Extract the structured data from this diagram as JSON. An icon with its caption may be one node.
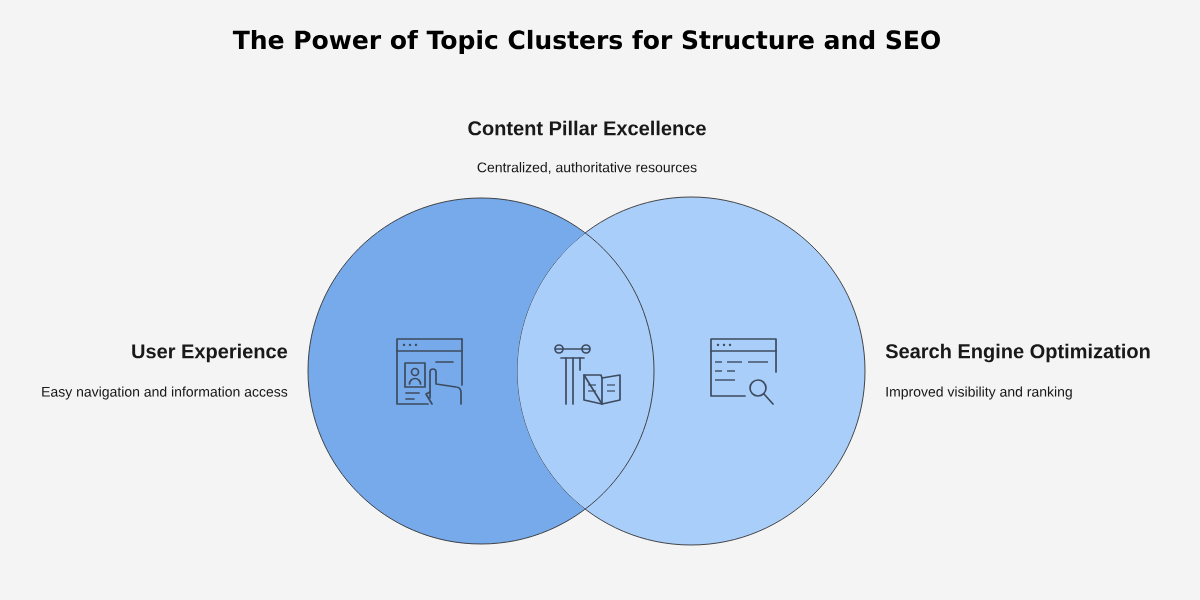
{
  "diagram": {
    "title": "The Power of Topic Clusters for Structure and SEO",
    "nodes": [
      {
        "text": [],
        "shape": "circle"
      },
      {
        "text": [],
        "shape": "circle"
      }
    ],
    "edges": [],
    "labels": [
      "Content Pillar Excellence",
      "Centralized, authoritative resources",
      "User Experience",
      "Easy navigation and information access",
      "Search Engine Optimization",
      "Improved visibility and ranking"
    ]
  }
}
